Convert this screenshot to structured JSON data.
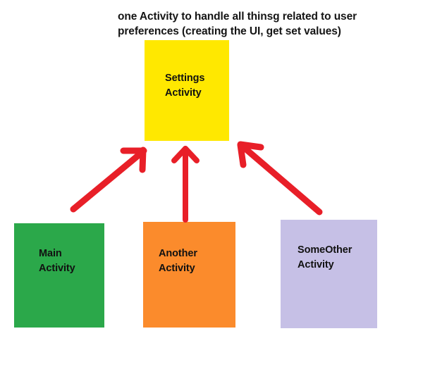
{
  "diagram": {
    "background_color": "#ffffff",
    "caption": {
      "text": "one Activity to handle all thinsg related to user\npreferences (creating the UI, get set values)",
      "color": "#151515"
    },
    "nodes": [
      {
        "id": "settings",
        "label": "Settings\nActivity",
        "fill": "#FFE800",
        "text_color": "#111111"
      },
      {
        "id": "main",
        "label": "Main\nActivity",
        "fill": "#2BA84A",
        "text_color": "#111111"
      },
      {
        "id": "another",
        "label": "Another\nActivity",
        "fill": "#FB8B2C",
        "text_color": "#111111"
      },
      {
        "id": "someother",
        "label": "SomeOther\nActivity",
        "fill": "#C6C0E6",
        "text_color": "#111111"
      }
    ],
    "arrows": {
      "color": "#E81F28",
      "items": [
        {
          "id": "main-to-settings",
          "from": "main",
          "to": "settings"
        },
        {
          "id": "another-to-settings",
          "from": "another",
          "to": "settings"
        },
        {
          "id": "someother-to-settings",
          "from": "someother",
          "to": "settings"
        }
      ]
    }
  }
}
